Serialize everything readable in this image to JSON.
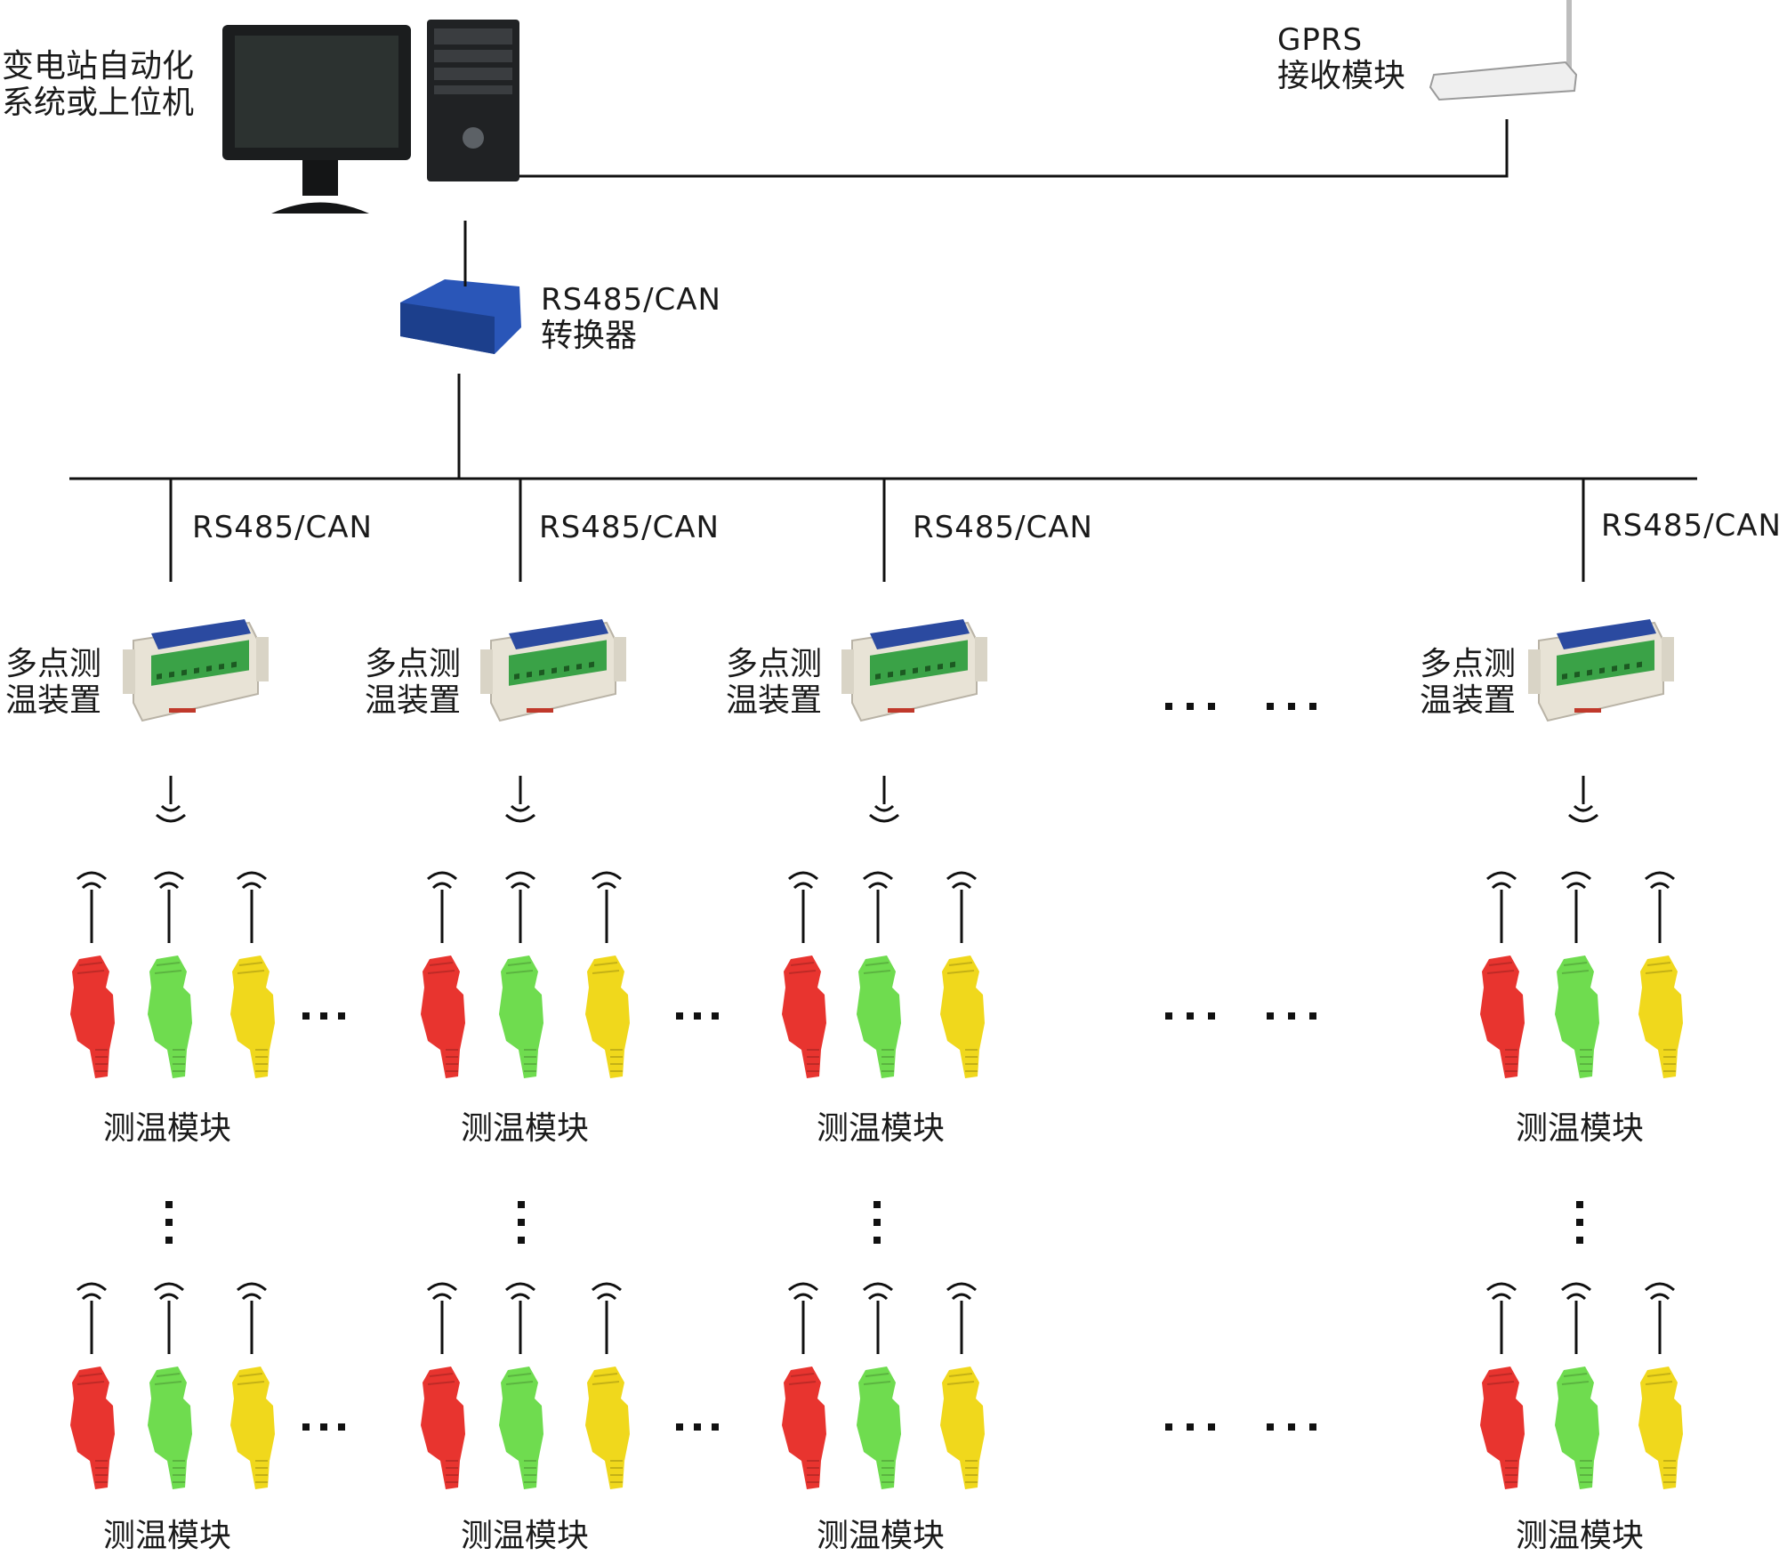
{
  "host": {
    "label_line1": "变电站自动化",
    "label_line2": "系统或上位机"
  },
  "gprs": {
    "label_line1": "GPRS",
    "label_line2": "接收模块"
  },
  "converter": {
    "label_line1": "RS485/CAN",
    "label_line2": "转换器"
  },
  "branches": [
    {
      "bus_label": "RS485/CAN",
      "device_line1": "多点测",
      "device_line2": "温装置",
      "module_label_1": "测温模块",
      "module_label_2": "测温模块"
    },
    {
      "bus_label": "RS485/CAN",
      "device_line1": "多点测",
      "device_line2": "温装置",
      "module_label_1": "测温模块",
      "module_label_2": "测温模块"
    },
    {
      "bus_label": "RS485/CAN",
      "device_line1": "多点测",
      "device_line2": "温装置",
      "module_label_1": "测温模块",
      "module_label_2": "测温模块"
    },
    {
      "bus_label": "RS485/CAN",
      "device_line1": "多点测",
      "device_line2": "温装置",
      "module_label_1": "测温模块",
      "module_label_2": "测温模块"
    }
  ],
  "colors": {
    "sensor_red": "#e8342f",
    "sensor_green": "#6fdc4f",
    "sensor_yellow": "#f0d81c",
    "line": "#111111"
  },
  "icons": [
    "monitor-icon",
    "pc-tower-icon",
    "router-icon",
    "converter-box-icon",
    "temperature-device-icon",
    "wireless-icon",
    "sensor-clip-icon"
  ]
}
